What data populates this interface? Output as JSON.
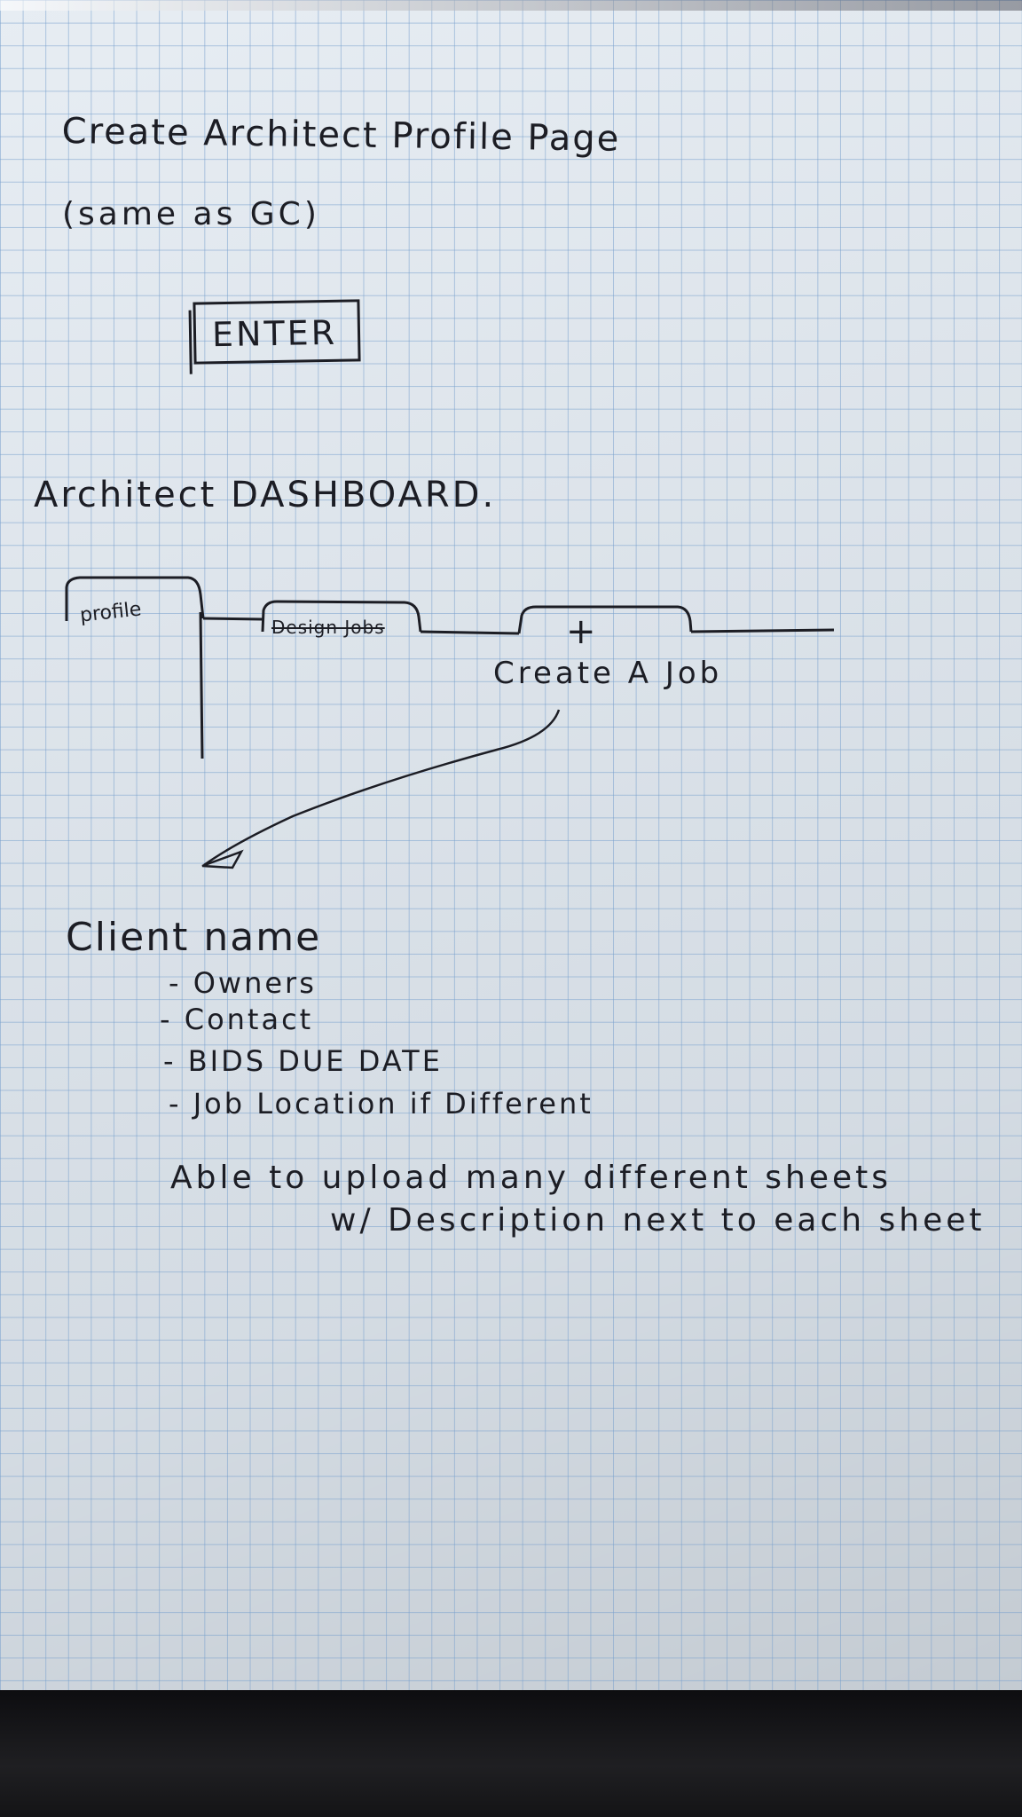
{
  "page": {
    "title": "Create Architect Profile Page",
    "subtitle": "(same as GC)",
    "enter_button_label": "ENTER"
  },
  "dashboard": {
    "title": "Architect DASHBOARD.",
    "tabs": {
      "profile": "profile",
      "design_jobs": "Design Jobs",
      "create_plus": "+",
      "create_job": "Create A Job"
    }
  },
  "job_form": {
    "client_label": "Client name",
    "fields": [
      "- Owners",
      "- Contact",
      "- BIDS DUE DATE",
      "- Job Location if Different"
    ],
    "upload_note_line1": "Able to upload many different sheets",
    "upload_note_line2": "w/ Description next to each sheet"
  },
  "colors": {
    "paper": "#dfe7ef",
    "grid": "#78a0cd",
    "ink": "#1c1d24"
  }
}
